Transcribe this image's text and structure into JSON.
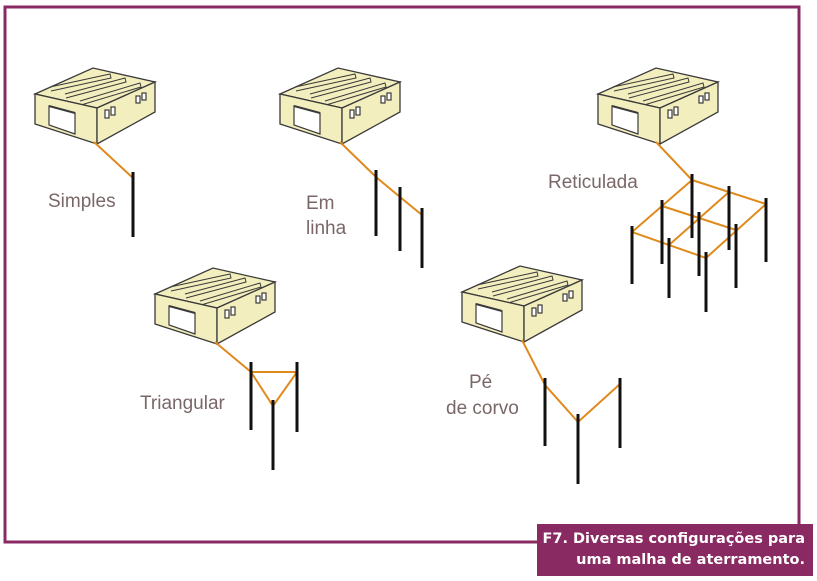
{
  "figure": {
    "labels": {
      "simples": "Simples",
      "em_linha_1": "Em",
      "em_linha_2": "linha",
      "reticulada": "Reticulada",
      "triangular": "Triangular",
      "pe_de_corvo_1": "Pé",
      "pe_de_corvo_2": "de corvo"
    },
    "caption": {
      "line1": "F7. Diversas configurações para",
      "line2": "uma malha de aterramento."
    }
  },
  "colors": {
    "frame_border": "#8a2a62",
    "caption_bg": "#8a2a62",
    "caption_text": "#ffffff",
    "wire": "#e08a1e",
    "rod": "#111111",
    "building_fill": "#f3eebe",
    "building_line": "#3a3a3a",
    "label_text": "#7a6868"
  },
  "icons": [
    "building-icon",
    "ground-rod-icon",
    "ground-wire-icon"
  ]
}
